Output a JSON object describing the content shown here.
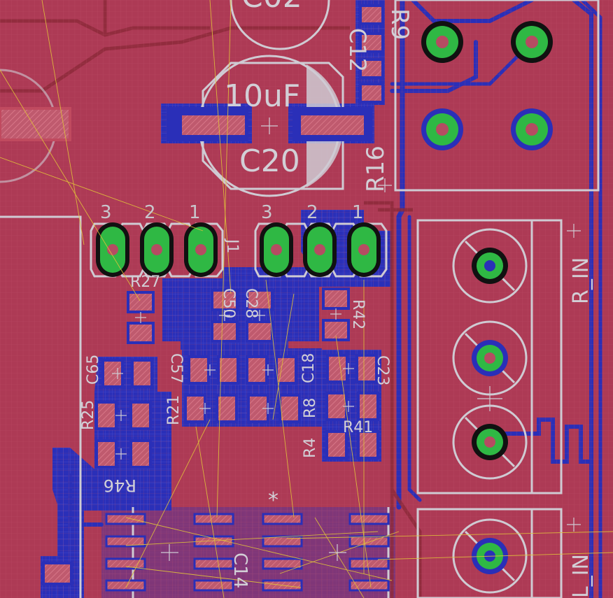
{
  "editor": {
    "background_color": "#ad3a55",
    "bottom_copper_color": "#2a2fb8",
    "top_copper_color": "#b0304a",
    "silkscreen_color": "#cfcbd3",
    "pad_color": "#b54c62",
    "via_color": "#2fb844",
    "airwire_color": "#e0c23a",
    "grid": true
  },
  "silkscreen": {
    "cap_c02": "C02",
    "cap_c20_value": "10uF",
    "cap_c20_name": "C20",
    "r9": "R9",
    "c12": "C12",
    "r16": "R16",
    "r27": "R27",
    "c50": "C50",
    "c28": "C28",
    "r42": "R42",
    "c65": "C65",
    "c57": "C57",
    "c18": "C18",
    "c23": "C23",
    "r25": "R25",
    "r21": "R21",
    "r8": "R8",
    "r4": "R4",
    "r41": "R41",
    "r46": "R46",
    "c14": "C14",
    "j1": "J1",
    "r_in": "R_IN",
    "l_in": "L_IN",
    "pin3a": "3",
    "pin2a": "2",
    "pin1a": "1",
    "pin3b": "3",
    "pin2b": "2",
    "pin1b": "1",
    "star_marker": "*"
  }
}
